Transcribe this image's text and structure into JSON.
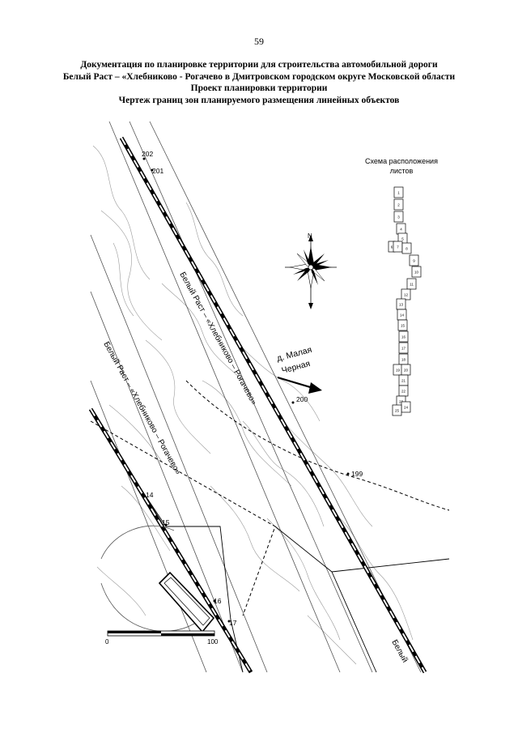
{
  "page_number": "59",
  "title_lines": [
    "Документация по планировке территории для строительства автомобильной дороги",
    "Белый Раст – «Хлебниково - Рогачево в Дмитровском городском округе Московской области",
    "Проект планировки территории",
    "Чертеж границ зон планируемого размещения линейных объектов"
  ],
  "map": {
    "point_labels": [
      "202",
      "201",
      "200",
      "199",
      "14",
      "15",
      "16",
      "17"
    ],
    "road_label_upper": "Белый Раст – «Хлебниково – Рогачево»",
    "road_label_lower": "Белый Раст – «Хлебниково – Рогачево»",
    "road_label_edge": "Белый",
    "village_label": [
      "д. Малая",
      "Черная"
    ],
    "north_label": "N",
    "scale_bar": {
      "start": "0",
      "end": "100"
    }
  },
  "index_scheme": {
    "title_lines": [
      "Схема расположения",
      "листов"
    ],
    "sheets": [
      "1",
      "2",
      "3",
      "4",
      "5",
      "6",
      "7",
      "8",
      "9",
      "10",
      "11",
      "12",
      "13",
      "14",
      "15",
      "16",
      "17",
      "18",
      "19",
      "20",
      "21",
      "22",
      "23",
      "24",
      "25"
    ]
  }
}
